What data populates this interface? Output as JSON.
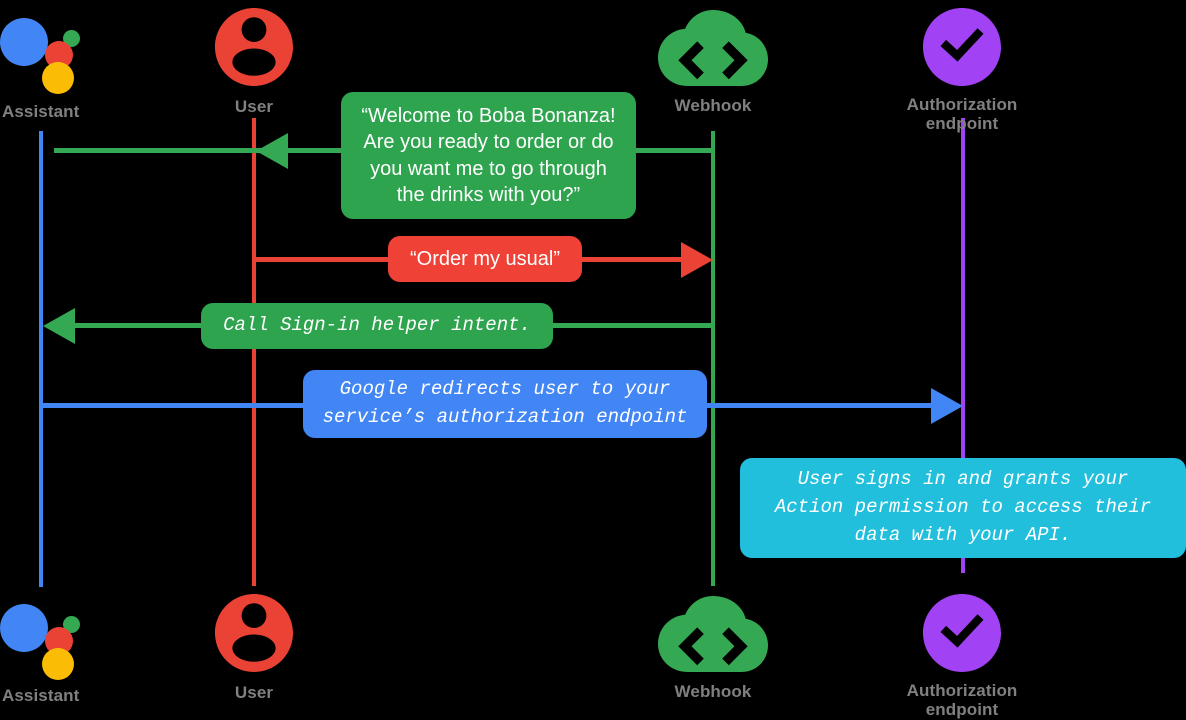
{
  "diagram": {
    "title": "Account linking sign-in sequence",
    "background": "#000000",
    "label_color": "#808080"
  },
  "actors": [
    {
      "id": "assistant",
      "label": "Assistant",
      "icon": "google-assistant-logo",
      "lifeline_color": "#4285F4"
    },
    {
      "id": "user",
      "label": "User",
      "icon": "user-avatar-icon",
      "lifeline_color": "#EA4335"
    },
    {
      "id": "webhook",
      "label": "Webhook",
      "icon": "cloud-code-icon",
      "lifeline_color": "#34A853"
    },
    {
      "id": "authorization",
      "label": "Authorization\nendpoint",
      "icon": "purple-checkmark-icon",
      "lifeline_color": "#A142F4"
    }
  ],
  "messages": [
    {
      "id": "welcome",
      "text": "“Welcome to Boba Bonanza! Are you ready to order or do you want me to go through the drinks with you?”",
      "from": "webhook",
      "to": "user",
      "direction": "left",
      "color": "#34A853",
      "bubble_color": "#2FA44F",
      "font": "sans"
    },
    {
      "id": "order-my-usual",
      "text": "“Order my usual”",
      "from": "user",
      "to": "webhook",
      "direction": "right",
      "color": "#EA4335",
      "bubble_color": "#EF4136",
      "font": "sans"
    },
    {
      "id": "signin-helper",
      "text": "Call Sign-in helper intent.",
      "from": "webhook",
      "to": "assistant",
      "direction": "left",
      "color": "#34A853",
      "bubble_color": "#2FA44F",
      "font": "mono"
    },
    {
      "id": "redirect-user",
      "text": "Google redirects user to your service’s authorization endpoint",
      "from": "assistant",
      "to": "authorization",
      "direction": "right",
      "color": "#4285F4",
      "bubble_color": "#4285F4",
      "font": "mono"
    },
    {
      "id": "user-grants-permission",
      "text": "User signs in and grants your Action permission to access their data with your API.",
      "from": "user",
      "to": "authorization",
      "direction": "none",
      "color": "#22BFDC",
      "bubble_color": "#22BFDC",
      "font": "mono"
    }
  ],
  "bubble_lines": {
    "welcome": [
      "“Welcome to Boba Bonanza!",
      "Are you ready to order or do",
      "you want me to go through",
      "the drinks with you?”"
    ],
    "order": [
      "“Order my usual”"
    ],
    "signin": [
      "Call Sign-in helper intent."
    ],
    "redirect": [
      "Google redirects user to your",
      "service’s authorization endpoint"
    ],
    "grants": [
      "User signs in and grants your",
      "Action permission to access their",
      "data with your API."
    ]
  }
}
